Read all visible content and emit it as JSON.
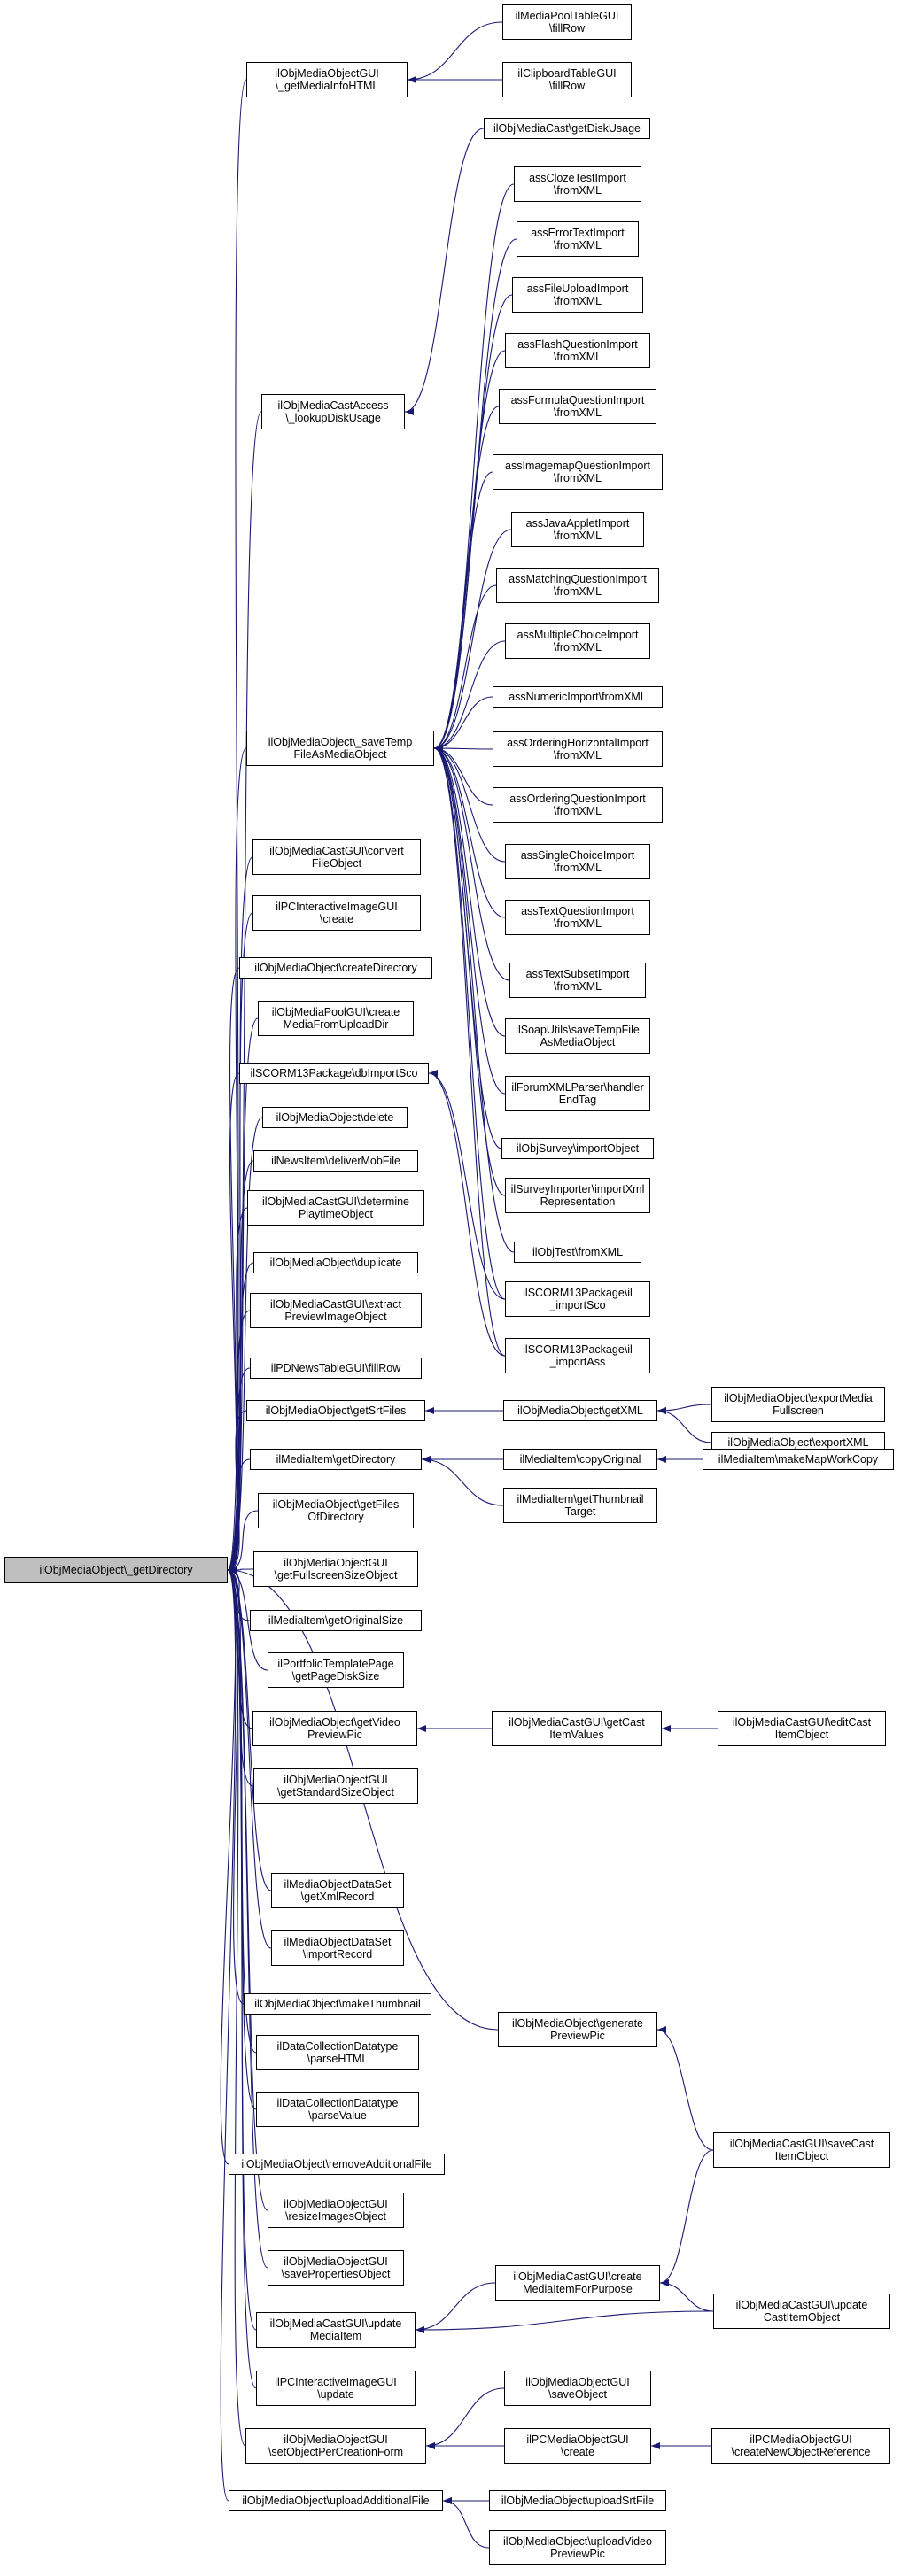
{
  "graph": {
    "root_label": "ilObjMediaObject\\_getDirectory",
    "colors": {
      "edge": "#191970",
      "node_border": "#000000",
      "node_fill": "#ffffff",
      "root_fill": "#bfbfbf"
    },
    "nodes": [
      {
        "id": "root",
        "label": "ilObjMediaObject\\_getDirectory"
      },
      {
        "id": "n_getMediaInfoHTML",
        "label": "ilObjMediaObjectGUI\n\\_getMediaInfoHTML"
      },
      {
        "id": "n_poolFillRow",
        "label": "ilMediaPoolTableGUI\n\\fillRow"
      },
      {
        "id": "n_clipFillRow",
        "label": "ilClipboardTableGUI\n\\fillRow"
      },
      {
        "id": "n_castDiskUsage",
        "label": "ilObjMediaCast\\getDiskUsage"
      },
      {
        "id": "n_lookupDiskUsage",
        "label": "ilObjMediaCastAccess\n\\_lookupDiskUsage"
      },
      {
        "id": "n_clozeXML",
        "label": "assClozeTestImport\n\\fromXML"
      },
      {
        "id": "n_errorXML",
        "label": "assErrorTextImport\n\\fromXML"
      },
      {
        "id": "n_fileUploadXML",
        "label": "assFileUploadImport\n\\fromXML"
      },
      {
        "id": "n_flashXML",
        "label": "assFlashQuestionImport\n\\fromXML"
      },
      {
        "id": "n_formulaXML",
        "label": "assFormulaQuestionImport\n\\fromXML"
      },
      {
        "id": "n_imagemapXML",
        "label": "assImagemapQuestionImport\n\\fromXML"
      },
      {
        "id": "n_javaXML",
        "label": "assJavaAppletImport\n\\fromXML"
      },
      {
        "id": "n_matchingXML",
        "label": "assMatchingQuestionImport\n\\fromXML"
      },
      {
        "id": "n_multipleXML",
        "label": "assMultipleChoiceImport\n\\fromXML"
      },
      {
        "id": "n_numericXML",
        "label": "assNumericImport\\fromXML"
      },
      {
        "id": "n_orderHorizXML",
        "label": "assOrderingHorizontalImport\n\\fromXML"
      },
      {
        "id": "n_orderingXML",
        "label": "assOrderingQuestionImport\n\\fromXML"
      },
      {
        "id": "n_singleXML",
        "label": "assSingleChoiceImport\n\\fromXML"
      },
      {
        "id": "n_textQXML",
        "label": "assTextQuestionImport\n\\fromXML"
      },
      {
        "id": "n_textSubsetXML",
        "label": "assTextSubsetImport\n\\fromXML"
      },
      {
        "id": "n_soapSaveTemp",
        "label": "ilSoapUtils\\saveTempFile\nAsMediaObject"
      },
      {
        "id": "n_forumHandler",
        "label": "ilForumXMLParser\\handler\nEndTag"
      },
      {
        "id": "n_surveyImport",
        "label": "ilObjSurvey\\importObject"
      },
      {
        "id": "n_surveyImporter",
        "label": "ilSurveyImporter\\importXml\nRepresentation"
      },
      {
        "id": "n_objTestXML",
        "label": "ilObjTest\\fromXML"
      },
      {
        "id": "n_scormImportSco",
        "label": "ilSCORM13Package\\il\n_importSco"
      },
      {
        "id": "n_scormImportAss",
        "label": "ilSCORM13Package\\il\n_importAss"
      },
      {
        "id": "n_saveTemp",
        "label": "ilObjMediaObject\\_saveTemp\nFileAsMediaObject"
      },
      {
        "id": "n_convertFile",
        "label": "ilObjMediaCastGUI\\convert\nFileObject"
      },
      {
        "id": "n_pcInterCreate",
        "label": "ilPCInteractiveImageGUI\n\\create"
      },
      {
        "id": "n_createDir",
        "label": "ilObjMediaObject\\createDirectory"
      },
      {
        "id": "n_poolCreate",
        "label": "ilObjMediaPoolGUI\\create\nMediaFromUploadDir"
      },
      {
        "id": "n_scormDbImport",
        "label": "ilSCORM13Package\\dbImportSco"
      },
      {
        "id": "n_delete",
        "label": "ilObjMediaObject\\delete"
      },
      {
        "id": "n_deliverMob",
        "label": "ilNewsItem\\deliverMobFile"
      },
      {
        "id": "n_determinePlay",
        "label": "ilObjMediaCastGUI\\determine\nPlaytimeObject"
      },
      {
        "id": "n_duplicate",
        "label": "ilObjMediaObject\\duplicate"
      },
      {
        "id": "n_extractPreview",
        "label": "ilObjMediaCastGUI\\extract\nPreviewImageObject"
      },
      {
        "id": "n_pdNewsFillRow",
        "label": "ilPDNewsTableGUI\\fillRow"
      },
      {
        "id": "n_getSrtFiles",
        "label": "ilObjMediaObject\\getSrtFiles"
      },
      {
        "id": "n_getXML",
        "label": "ilObjMediaObject\\getXML"
      },
      {
        "id": "n_exportFullscreen",
        "label": "ilObjMediaObject\\exportMedia\nFullscreen"
      },
      {
        "id": "n_exportXML",
        "label": "ilObjMediaObject\\exportXML"
      },
      {
        "id": "n_getDirectory",
        "label": "ilMediaItem\\getDirectory"
      },
      {
        "id": "n_copyOriginal",
        "label": "ilMediaItem\\copyOriginal"
      },
      {
        "id": "n_makeMapWork",
        "label": "ilMediaItem\\makeMapWorkCopy"
      },
      {
        "id": "n_getThumbTarget",
        "label": "ilMediaItem\\getThumbnail\nTarget"
      },
      {
        "id": "n_getFilesDir",
        "label": "ilObjMediaObject\\getFiles\nOfDirectory"
      },
      {
        "id": "n_getFullscreen",
        "label": "ilObjMediaObjectGUI\n\\getFullscreenSizeObject"
      },
      {
        "id": "n_getOrigSize",
        "label": "ilMediaItem\\getOriginalSize"
      },
      {
        "id": "n_portfolioPage",
        "label": "ilPortfolioTemplatePage\n\\getPageDiskSize"
      },
      {
        "id": "n_getVideoPreview",
        "label": "ilObjMediaObject\\getVideo\nPreviewPic"
      },
      {
        "id": "n_getCastItemValues",
        "label": "ilObjMediaCastGUI\\getCast\nItemValues"
      },
      {
        "id": "n_editCastItem",
        "label": "ilObjMediaCastGUI\\editCast\nItemObject"
      },
      {
        "id": "n_getStdSize",
        "label": "ilObjMediaObjectGUI\n\\getStandardSizeObject"
      },
      {
        "id": "n_dataSetXml",
        "label": "ilMediaObjectDataSet\n\\getXmlRecord"
      },
      {
        "id": "n_dataSetImport",
        "label": "ilMediaObjectDataSet\n\\importRecord"
      },
      {
        "id": "n_makeThumb",
        "label": "ilObjMediaObject\\makeThumbnail"
      },
      {
        "id": "n_dcParseHTML",
        "label": "ilDataCollectionDatatype\n\\parseHTML"
      },
      {
        "id": "n_dcParseValue",
        "label": "ilDataCollectionDatatype\n\\parseValue"
      },
      {
        "id": "n_removeAdditional",
        "label": "ilObjMediaObject\\removeAdditionalFile"
      },
      {
        "id": "n_resizeImages",
        "label": "ilObjMediaObjectGUI\n\\resizeImagesObject"
      },
      {
        "id": "n_saveProperties",
        "label": "ilObjMediaObjectGUI\n\\savePropertiesObject"
      },
      {
        "id": "n_generatePreview",
        "label": "ilObjMediaObject\\generate\nPreviewPic"
      },
      {
        "id": "n_saveCastItem",
        "label": "ilObjMediaCastGUI\\saveCast\nItemObject"
      },
      {
        "id": "n_updateMediaItem",
        "label": "ilObjMediaCastGUI\\update\nMediaItem"
      },
      {
        "id": "n_createMediaItem",
        "label": "ilObjMediaCastGUI\\create\nMediaItemForPurpose"
      },
      {
        "id": "n_updateCastItem",
        "label": "ilObjMediaCastGUI\\update\nCastItemObject"
      },
      {
        "id": "n_pcInterUpdate",
        "label": "ilPCInteractiveImageGUI\n\\update"
      },
      {
        "id": "n_setObjPerForm",
        "label": "ilObjMediaObjectGUI\n\\setObjectPerCreationForm"
      },
      {
        "id": "n_saveObject",
        "label": "ilObjMediaObjectGUI\n\\saveObject"
      },
      {
        "id": "n_pcMediaCreate",
        "label": "ilPCMediaObjectGUI\n\\create"
      },
      {
        "id": "n_createNewRef",
        "label": "ilPCMediaObjectGUI\n\\createNewObjectReference"
      },
      {
        "id": "n_uploadAdditional",
        "label": "ilObjMediaObject\\uploadAdditionalFile"
      },
      {
        "id": "n_uploadSrt",
        "label": "ilObjMediaObject\\uploadSrtFile"
      },
      {
        "id": "n_uploadVideoPreview",
        "label": "ilObjMediaObject\\uploadVideo\nPreviewPic"
      }
    ],
    "edges": [
      [
        "n_getMediaInfoHTML",
        "root"
      ],
      [
        "n_poolFillRow",
        "n_getMediaInfoHTML"
      ],
      [
        "n_clipFillRow",
        "n_getMediaInfoHTML"
      ],
      [
        "n_lookupDiskUsage",
        "root"
      ],
      [
        "n_castDiskUsage",
        "n_lookupDiskUsage"
      ],
      [
        "n_saveTemp",
        "root"
      ],
      [
        "n_clozeXML",
        "n_saveTemp"
      ],
      [
        "n_errorXML",
        "n_saveTemp"
      ],
      [
        "n_fileUploadXML",
        "n_saveTemp"
      ],
      [
        "n_flashXML",
        "n_saveTemp"
      ],
      [
        "n_formulaXML",
        "n_saveTemp"
      ],
      [
        "n_imagemapXML",
        "n_saveTemp"
      ],
      [
        "n_javaXML",
        "n_saveTemp"
      ],
      [
        "n_matchingXML",
        "n_saveTemp"
      ],
      [
        "n_multipleXML",
        "n_saveTemp"
      ],
      [
        "n_numericXML",
        "n_saveTemp"
      ],
      [
        "n_orderHorizXML",
        "n_saveTemp"
      ],
      [
        "n_orderingXML",
        "n_saveTemp"
      ],
      [
        "n_singleXML",
        "n_saveTemp"
      ],
      [
        "n_textQXML",
        "n_saveTemp"
      ],
      [
        "n_textSubsetXML",
        "n_saveTemp"
      ],
      [
        "n_soapSaveTemp",
        "n_saveTemp"
      ],
      [
        "n_forumHandler",
        "n_saveTemp"
      ],
      [
        "n_surveyImport",
        "n_saveTemp"
      ],
      [
        "n_surveyImporter",
        "n_saveTemp"
      ],
      [
        "n_objTestXML",
        "n_saveTemp"
      ],
      [
        "n_scormImportSco",
        "n_saveTemp"
      ],
      [
        "n_scormImportAss",
        "n_saveTemp"
      ],
      [
        "n_convertFile",
        "root"
      ],
      [
        "n_pcInterCreate",
        "root"
      ],
      [
        "n_createDir",
        "root"
      ],
      [
        "n_poolCreate",
        "root"
      ],
      [
        "n_scormDbImport",
        "root"
      ],
      [
        "n_scormImportSco",
        "n_scormDbImport"
      ],
      [
        "n_scormImportAss",
        "n_scormDbImport"
      ],
      [
        "n_delete",
        "root"
      ],
      [
        "n_deliverMob",
        "root"
      ],
      [
        "n_determinePlay",
        "root"
      ],
      [
        "n_duplicate",
        "root"
      ],
      [
        "n_extractPreview",
        "root"
      ],
      [
        "n_pdNewsFillRow",
        "root"
      ],
      [
        "n_getSrtFiles",
        "root"
      ],
      [
        "n_getXML",
        "n_getSrtFiles"
      ],
      [
        "n_exportFullscreen",
        "n_getXML"
      ],
      [
        "n_exportXML",
        "n_getXML"
      ],
      [
        "n_getDirectory",
        "root"
      ],
      [
        "n_copyOriginal",
        "n_getDirectory"
      ],
      [
        "n_makeMapWork",
        "n_copyOriginal"
      ],
      [
        "n_getThumbTarget",
        "n_getDirectory"
      ],
      [
        "n_getFilesDir",
        "root"
      ],
      [
        "n_getFullscreen",
        "root"
      ],
      [
        "n_getOrigSize",
        "root"
      ],
      [
        "n_portfolioPage",
        "root"
      ],
      [
        "n_getVideoPreview",
        "root"
      ],
      [
        "n_getCastItemValues",
        "n_getVideoPreview"
      ],
      [
        "n_editCastItem",
        "n_getCastItemValues"
      ],
      [
        "n_getStdSize",
        "root"
      ],
      [
        "n_dataSetXml",
        "root"
      ],
      [
        "n_dataSetImport",
        "root"
      ],
      [
        "n_makeThumb",
        "root"
      ],
      [
        "n_dcParseHTML",
        "root"
      ],
      [
        "n_dcParseValue",
        "root"
      ],
      [
        "n_removeAdditional",
        "root"
      ],
      [
        "n_resizeImages",
        "root"
      ],
      [
        "n_saveProperties",
        "root"
      ],
      [
        "n_generatePreview",
        "root"
      ],
      [
        "n_saveCastItem",
        "n_generatePreview"
      ],
      [
        "n_updateMediaItem",
        "root"
      ],
      [
        "n_createMediaItem",
        "n_updateMediaItem"
      ],
      [
        "n_saveCastItem",
        "n_createMediaItem"
      ],
      [
        "n_updateCastItem",
        "n_createMediaItem"
      ],
      [
        "n_updateCastItem",
        "n_updateMediaItem"
      ],
      [
        "n_pcInterUpdate",
        "root"
      ],
      [
        "n_setObjPerForm",
        "root"
      ],
      [
        "n_saveObject",
        "n_setObjPerForm"
      ],
      [
        "n_pcMediaCreate",
        "n_setObjPerForm"
      ],
      [
        "n_createNewRef",
        "n_pcMediaCreate"
      ],
      [
        "n_uploadAdditional",
        "root"
      ],
      [
        "n_uploadSrt",
        "n_uploadAdditional"
      ],
      [
        "n_uploadVideoPreview",
        "n_uploadAdditional"
      ]
    ]
  }
}
